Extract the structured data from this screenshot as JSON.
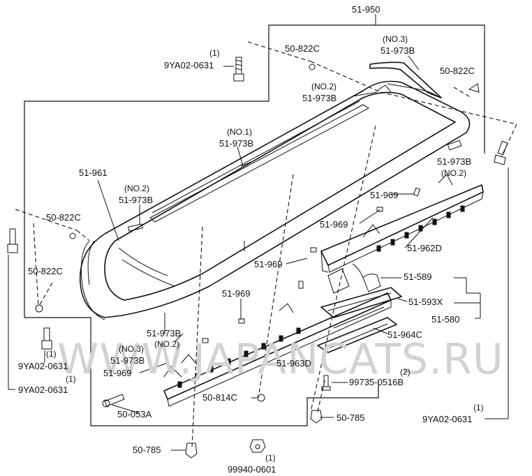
{
  "watermark": "WWW.JAPANCATS.RU",
  "labels": {
    "l_51_950": "51-950",
    "l_no3_top": "(NO.3)",
    "l_973_top": "51-973B",
    "l_822_a": "50-822C",
    "l_822_b": "50-822C",
    "l_822_c": "50-822C",
    "l_822_d": "50-822C",
    "l_q1_a": "(1)",
    "l_9ya_a": "9YA02-0631",
    "l_no2_a": "(NO.2)",
    "l_973_a": "51-973B",
    "l_no1": "(NO.1)",
    "l_973_no1": "51-973B",
    "l_961": "51-961",
    "l_no2_b": "(NO.2)",
    "l_973_b": "51-973B",
    "l_973_r": "51-973B",
    "l_no2_r": "(NO.2)",
    "l_969_a": "51-969",
    "l_969_b": "51-969",
    "l_962d": "51-962D",
    "l_969_c": "51-969",
    "l_969_d": "51-969",
    "l_589": "51-589",
    "l_593x": "51-593X",
    "l_580": "51-580",
    "l_973_c": "51-973B",
    "l_964c": "51-964C",
    "l_no3_b": "(NO.3)",
    "l_no2_c": "(NO.2)",
    "l_973_d": "51-973B",
    "l_969_e": "51-969",
    "l_963d": "51-963D",
    "l_q2": "(2)",
    "l_99735": "99735-0516B",
    "l_q1_b": "(1)",
    "l_9ya_b": "9YA02-0631",
    "l_q1_c": "(1)",
    "l_9ya_c": "9YA02-0631",
    "l_053a": "50-053A",
    "l_814c": "50-814C",
    "l_785_a": "50-785",
    "l_785_b": "50-785",
    "l_q1_d": "(1)",
    "l_9ya_d": "9YA02-0631",
    "l_q1_e": "(1)",
    "l_99940": "99940-0601"
  }
}
